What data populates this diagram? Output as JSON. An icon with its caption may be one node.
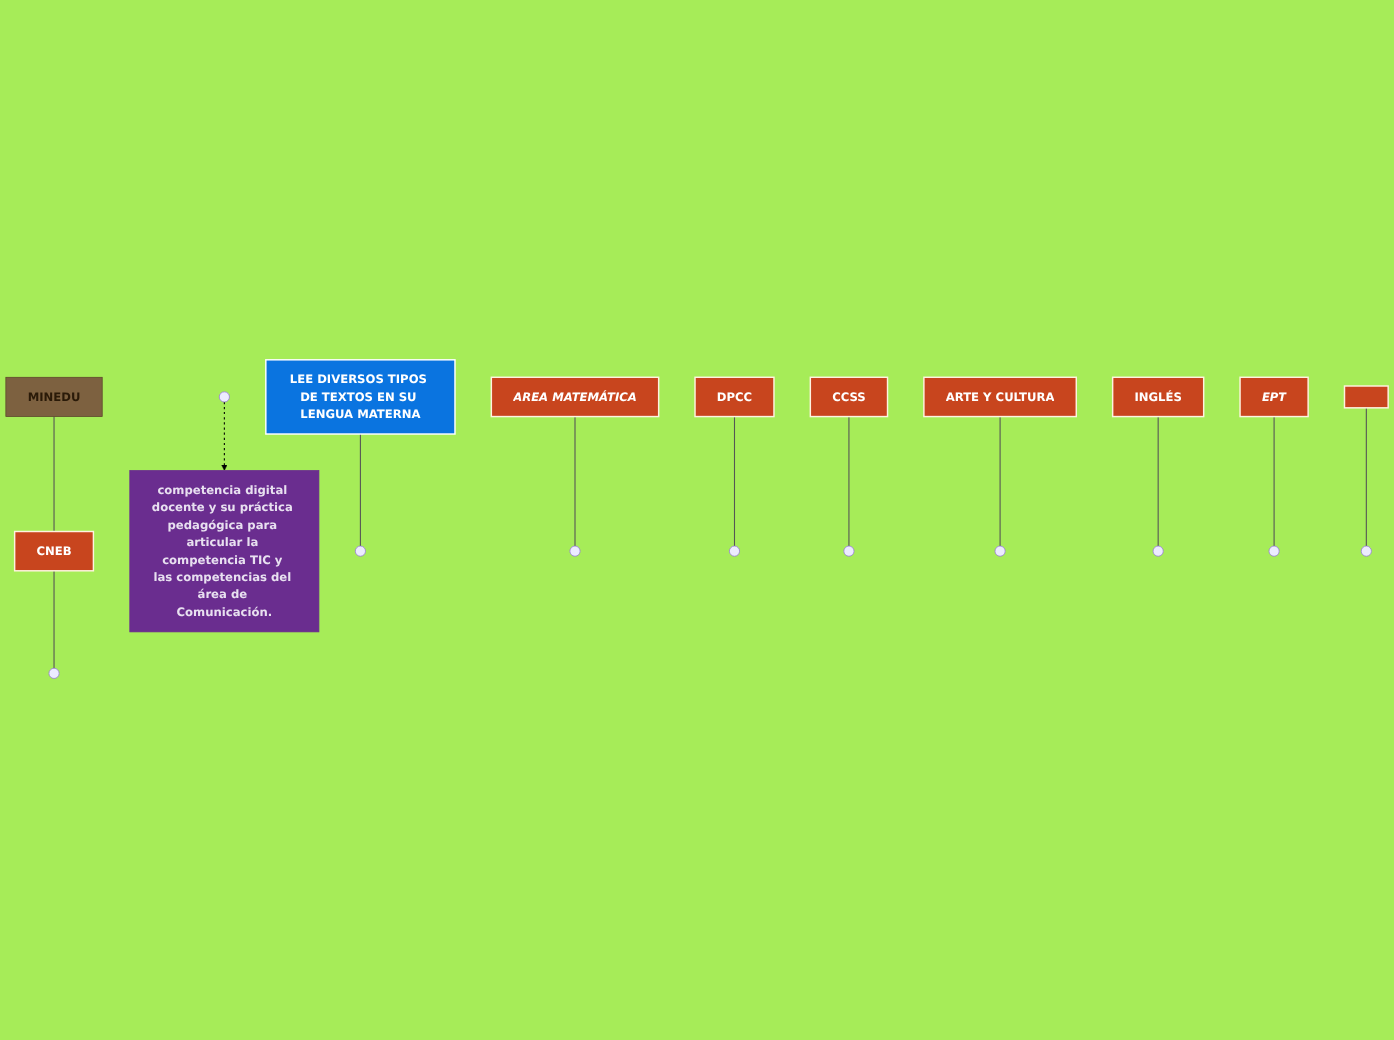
{
  "diagram": {
    "nodes": [
      {
        "text": [
          "LEE DIVERSOS TIPOS DE TEXTOS EN SU LENGUA MATERNA"
        ]
      },
      {
        "text": [
          "MINEDU"
        ]
      },
      {
        "text": [
          "CNEB"
        ]
      },
      {
        "text": [
          "AREA MATEMÁTICA"
        ]
      },
      {
        "text": [
          "DPCC"
        ]
      },
      {
        "text": [
          "CCSS"
        ]
      },
      {
        "text": [
          "ARTE Y CULTURA"
        ]
      },
      {
        "text": [
          "INGLÉS"
        ]
      },
      {
        "text": [
          "EPT"
        ]
      },
      {
        "text": [],
        "shape": "box"
      },
      {
        "text": [
          "competencia digital docente y su práctica pedagógica para articular la competencia TIC y las competencias del área de Comunicación."
        ]
      }
    ],
    "edges": [
      {
        "from": 0,
        "to": null,
        "arrow": "none"
      },
      {
        "from": 1,
        "to": 2,
        "arrow": "none"
      },
      {
        "from": 2,
        "to": null,
        "arrow": "none"
      },
      {
        "from": 3,
        "to": null,
        "arrow": "none"
      },
      {
        "from": 4,
        "to": null,
        "arrow": "none"
      },
      {
        "from": 5,
        "to": null,
        "arrow": "none"
      },
      {
        "from": 6,
        "to": null,
        "arrow": "none"
      },
      {
        "from": 7,
        "to": null,
        "arrow": "none"
      },
      {
        "from": 8,
        "to": null,
        "arrow": "none"
      },
      {
        "from": 9,
        "to": null,
        "arrow": "none"
      },
      {
        "from": null,
        "to": 10,
        "arrow": "to",
        "style": "dashed",
        "color": "#000000"
      }
    ]
  }
}
